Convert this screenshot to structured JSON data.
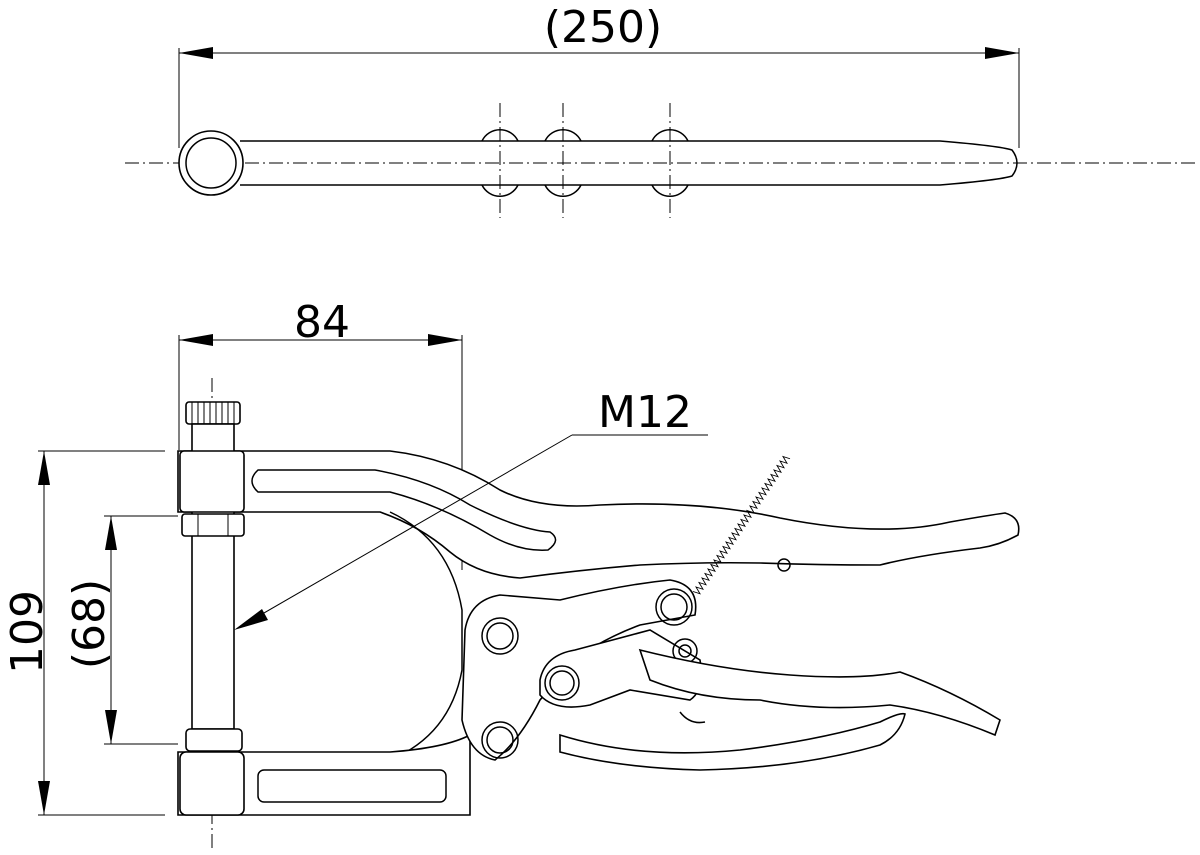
{
  "dimensions": {
    "overall_length": "(250)",
    "throat_width": "84",
    "thread": "M12",
    "height": "109",
    "opening": "(68)"
  }
}
